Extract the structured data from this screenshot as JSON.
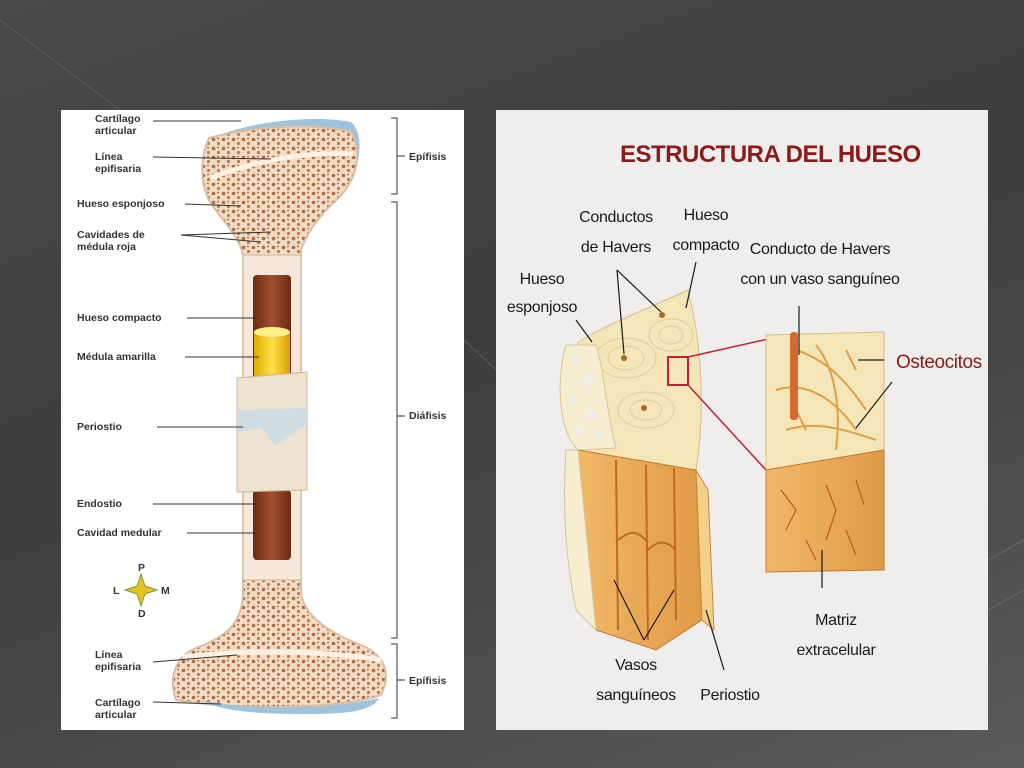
{
  "left_diagram": {
    "labels": {
      "cartilago_top": [
        "Cartílago",
        "articular"
      ],
      "linea_top": [
        "Línea",
        "epifisaria"
      ],
      "hueso_esponjoso": "Hueso esponjoso",
      "cavidades": [
        "Cavidades de",
        "médula roja"
      ],
      "hueso_compacto": "Hueso compacto",
      "medula_amarilla": "Médula amarilla",
      "periostio": "Periostio",
      "endostio": "Endostio",
      "cavidad_medular": "Cavidad medular",
      "linea_bottom": [
        "Línea",
        "epifisaria"
      ],
      "cartilago_bottom": [
        "Cartílago",
        "articular"
      ]
    },
    "regions": {
      "epifisis_top": "Epífisis",
      "diafisis": "Diáfisis",
      "epifisis_bottom": "Epífisis"
    },
    "compass": {
      "p": "P",
      "d": "D",
      "l": "L",
      "m": "M"
    }
  },
  "right_diagram": {
    "title": "ESTRUCTURA DEL HUESO",
    "labels": {
      "conductos_havers": [
        "Conductos",
        "de Havers"
      ],
      "hueso_compacto": [
        "Hueso",
        "compacto"
      ],
      "conducto_vaso": [
        "Conducto de Havers",
        "con un vaso sanguíneo"
      ],
      "hueso_esponjoso": [
        "Hueso",
        "esponjoso"
      ],
      "osteocitos": "Osteocitos",
      "matriz": [
        "Matriz",
        "extracelular"
      ],
      "vasos": [
        "Vasos",
        "sanguíneos"
      ],
      "periostio": "Periostio"
    }
  },
  "colors": {
    "bone": "#f3dcc4",
    "spongy_dots": "#b06a45",
    "marrow_red": "#8a3b22",
    "marrow_yellow": "#f2c21a",
    "cartilage": "#9fc3dc",
    "title_red": "#8b1a1a",
    "block_orange": "#e8a85a",
    "block_cream": "#f4e6b8"
  }
}
